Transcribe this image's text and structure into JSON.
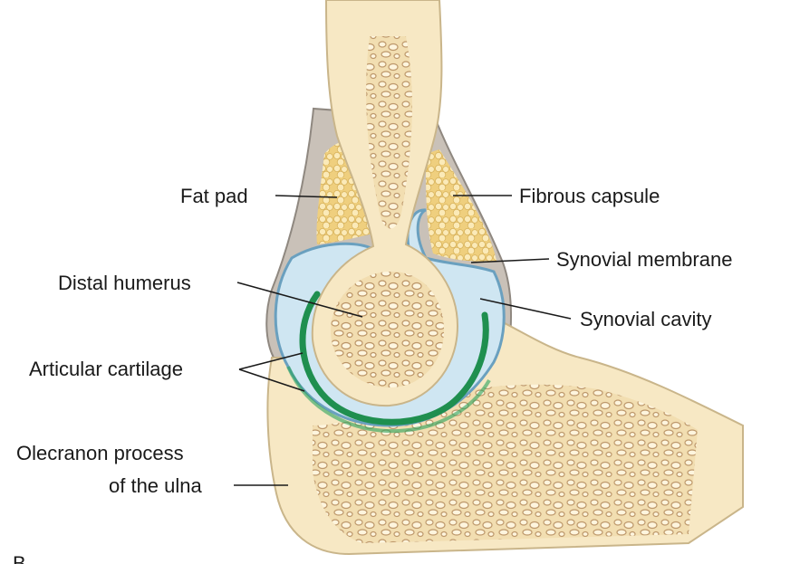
{
  "figure": {
    "panel_letter": "B",
    "labels": {
      "fat_pad": "Fat pad",
      "fibrous_capsule": "Fibrous capsule",
      "synovial_membrane": "Synovial membrane",
      "distal_humerus": "Distal humerus",
      "synovial_cavity": "Synovial cavity",
      "articular_cartilage": "Articular cartilage",
      "olecranon_line1": "Olecranon process",
      "olecranon_line2": "of the ulna"
    },
    "colors": {
      "bone": "#f6e6bf",
      "bone_edge": "#c9b58a",
      "spongy_bone": "#d7b78a",
      "fat": "#f4d98e",
      "synovial_cavity": "#cfe6f2",
      "synovial_membrane": "#6aa0bf",
      "cartilage": "#1f8f4f",
      "capsule": "#bdb5ad"
    }
  }
}
